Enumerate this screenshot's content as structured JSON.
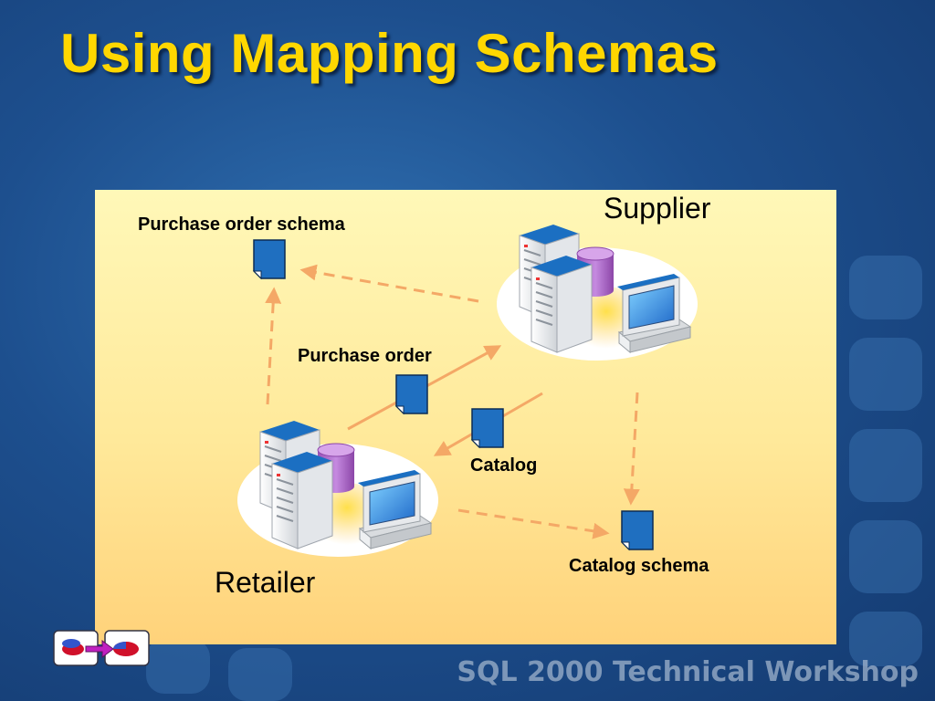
{
  "slide": {
    "title": "Using Mapping Schemas",
    "footer": "SQL 2000 Technical Workshop"
  },
  "diagram": {
    "labels": {
      "supplier": "Supplier",
      "retailer": "Retailer",
      "purchase_order_schema": "Purchase order schema",
      "purchase_order": "Purchase order",
      "catalog": "Catalog",
      "catalog_schema": "Catalog schema"
    },
    "colors": {
      "dashed_arrow": "#f4a866",
      "solid_arrow": "#f4a866",
      "document": "#1f6fc0",
      "panel_top": "#fff8b8",
      "panel_bottom": "#ffd27a",
      "title": "#ffd700"
    }
  },
  "icons": {
    "document": "document-icon",
    "server": "server-icon",
    "database": "database-icon",
    "workstation": "computer-icon",
    "navigation": "slide-nav-icon"
  }
}
